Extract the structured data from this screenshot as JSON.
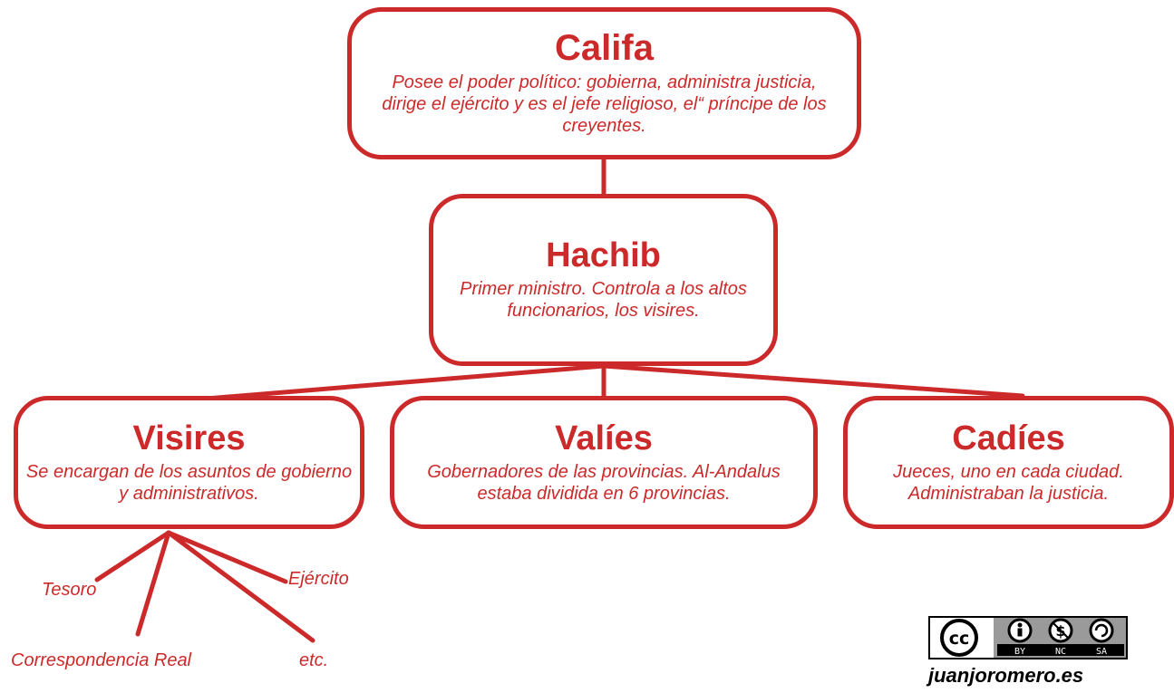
{
  "colors": {
    "accent": "#cc2a2a",
    "text_dark": "#000000",
    "background": "#ffffff"
  },
  "nodes": {
    "califa": {
      "title": "Califa",
      "description": "Posee el poder político: gobierna, administra justicia, dirige el ejército y es el jefe religioso, el“ príncipe de los creyentes."
    },
    "hachib": {
      "title": "Hachib",
      "description": "Primer ministro. Controla a los altos funcionarios, los visires."
    },
    "visires": {
      "title": "Visires",
      "description": "Se encargan de los asuntos de gobierno y administrativos."
    },
    "valies": {
      "title": "Valíes",
      "description": "Gobernadores de las provincias. Al-Andalus estaba dividida en 6 provincias."
    },
    "cadies": {
      "title": "Cadíes",
      "description": "Jueces, uno en cada ciudad. Administraban la justicia."
    }
  },
  "visires_branches": {
    "tesoro": "Tesoro",
    "ejercito": "Ejército",
    "correspondencia": "Correspondencia Real",
    "etc": "etc."
  },
  "license": {
    "badges": [
      "BY",
      "NC",
      "SA"
    ],
    "cc_label": "cc"
  },
  "site": "juanjoromero.es"
}
